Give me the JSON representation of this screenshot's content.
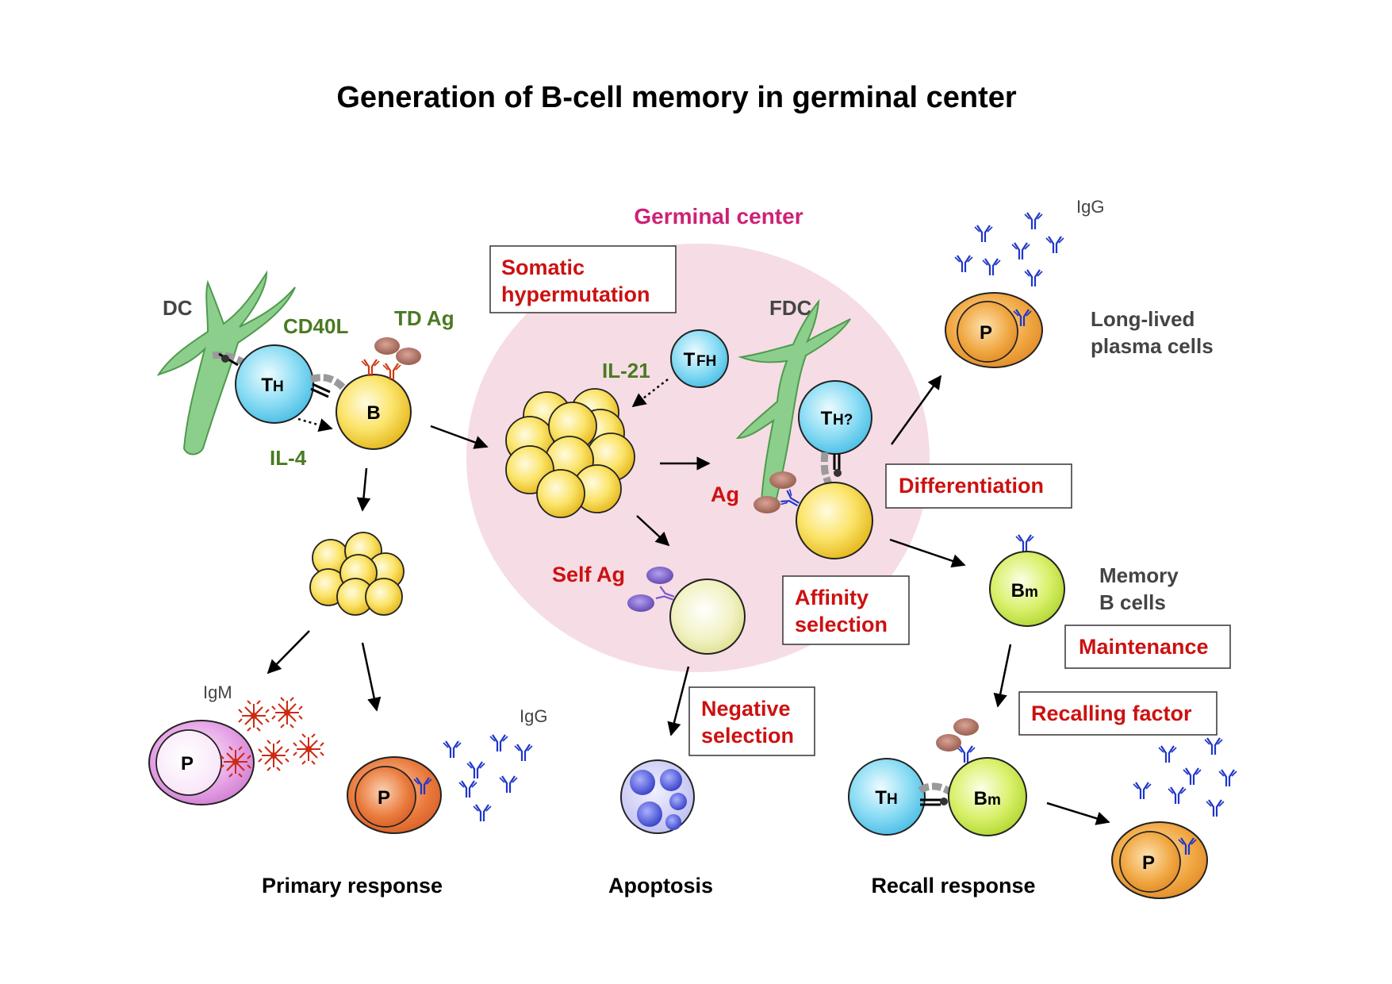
{
  "title": "Generation of B-cell memory in germinal center",
  "labels": {
    "dc": "DC",
    "cd40l": "CD40L",
    "td_ag": "TD Ag",
    "il4": "IL-4",
    "germinal_center": "Germinal center",
    "il21": "IL-21",
    "fdc": "FDC",
    "ag": "Ag",
    "self_ag": "Self Ag",
    "igm": "IgM",
    "igg_primary": "IgG",
    "igg_top": "IgG",
    "long_lived_1": "Long-lived",
    "long_lived_2": "plasma cells",
    "memory_1": "Memory",
    "memory_2": "B cells"
  },
  "boxes": {
    "somatic_1": "Somatic",
    "somatic_2": "hypermutation",
    "differentiation": "Differentiation",
    "affinity_1": "Affinity",
    "affinity_2": "selection",
    "negative_1": "Negative",
    "negative_2": "selection",
    "maintenance": "Maintenance",
    "recalling": "Recalling factor"
  },
  "cells": {
    "th_main": "T",
    "th_main_sub": "H",
    "b": "B",
    "tfh": "T",
    "tfh_sub": "FH",
    "th_q": "T",
    "th_q_sub": "H?",
    "p": "P",
    "bm": "B",
    "bm_sub": "m",
    "th_recall": "T",
    "th_recall_sub": "H"
  },
  "footer": {
    "primary": "Primary response",
    "apoptosis": "Apoptosis",
    "recall": "Recall response"
  },
  "colors": {
    "label_green": "#4a7a22",
    "label_red": "#cc1111",
    "label_pink": "#cc2277",
    "germinal_bg": "#f6dce4",
    "t_cell": "#54c8ec",
    "b_cell": "#f2cc22",
    "memory_cell": "#b8e030",
    "plasma_orange": "#e99230",
    "plasma_red": "#e0652a",
    "plasma_pink": "#d87ad8",
    "antibody_blue": "#1f36c8",
    "igm_red": "#cc2a12",
    "dc_green": "#8ccf8c",
    "antigen_brown": "#9a5a4a",
    "self_ag_purple": "#6a4ab0",
    "apoptotic_blue": "#4a52d8"
  }
}
